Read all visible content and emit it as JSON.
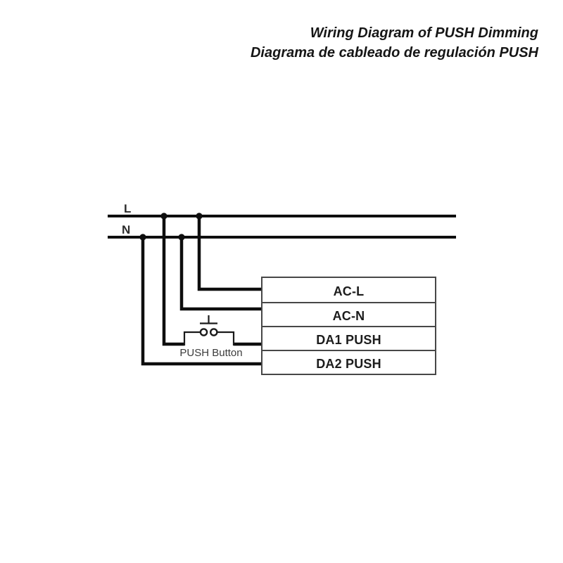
{
  "title": {
    "line1": "Wiring Diagram of PUSH Dimming",
    "line2": "Diagrama de cableado de regulación PUSH"
  },
  "diagram": {
    "mains": {
      "l_label": "L",
      "n_label": "N"
    },
    "push_button": {
      "label": "PUSH Button"
    },
    "device_box": {
      "terminals": [
        "AC-L",
        "AC-N",
        "DA1 PUSH",
        "DA2 PUSH"
      ]
    },
    "colors": {
      "wire": "#0e0e0e",
      "box_border": "#474747",
      "title_text": "#161616",
      "caption_text": "#3b3b3b",
      "background": "#ffffff"
    }
  }
}
